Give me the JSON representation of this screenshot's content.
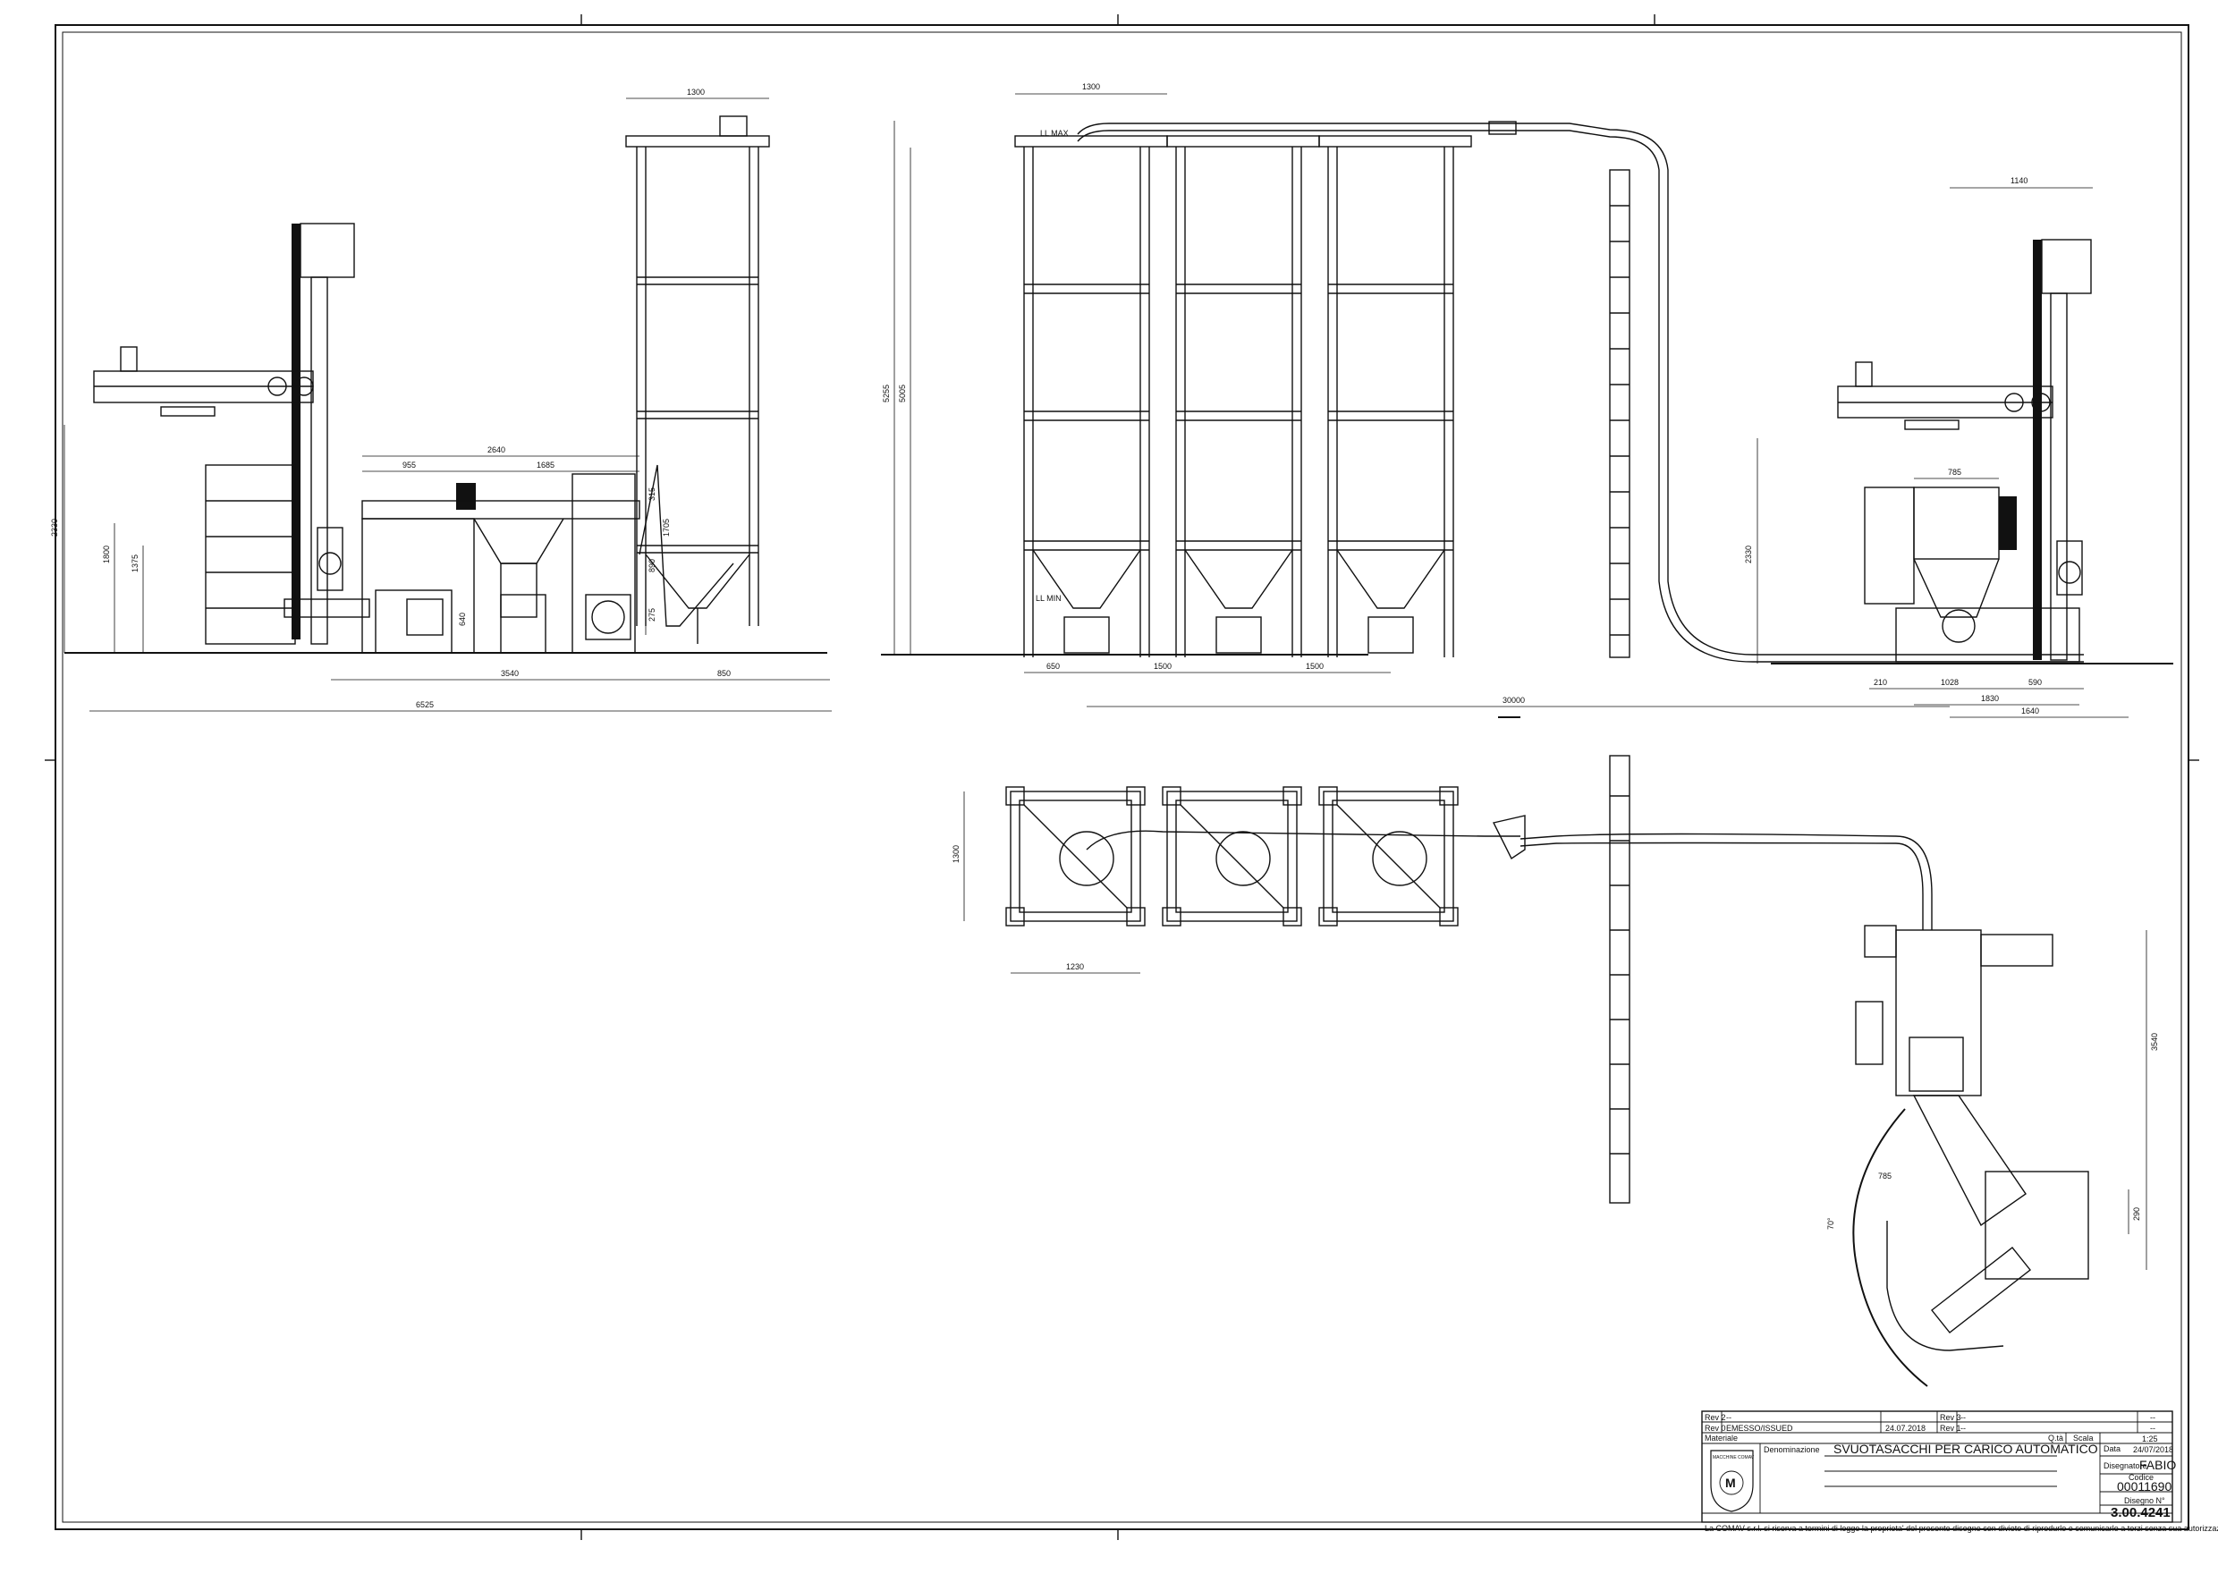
{
  "dimensions": {
    "elev_left": {
      "d2330": "2330",
      "d1800": "1800",
      "d1375": "1375",
      "d2640": "2640",
      "d955": "955",
      "d1685": "1685",
      "d1300": "1300",
      "d315": "315",
      "d890": "890",
      "d1705": "1705",
      "d275": "275",
      "d640": "640",
      "d3540": "3540",
      "d850": "850",
      "d6525": "6525"
    },
    "elev_mid": {
      "d1300": "1300",
      "d5255": "5255",
      "d5005": "5005",
      "d650": "650",
      "d1500a": "1500",
      "d1500b": "1500",
      "d30000": "30000",
      "ll_max": "LL MAX",
      "ll_min": "LL MIN"
    },
    "elev_right": {
      "d1140": "1140",
      "d785": "785",
      "d2330": "2330",
      "d210": "210",
      "d1028": "1028",
      "d590": "590",
      "d1830": "1830",
      "d1640": "1640"
    },
    "plan": {
      "d1300": "1300",
      "d1230": "1230",
      "d3540": "3540",
      "d785": "785",
      "d290": "290",
      "d70": "70°"
    }
  },
  "title_block": {
    "rev2_label": "Rev 2",
    "rev2_text": "--",
    "rev0_label": "Rev 0",
    "rev0_text": "EMESSO/ISSUED",
    "rev0_date": "24.07.2018",
    "rev3_label": "Rev 3",
    "rev3_text": "--",
    "rev1_label": "Rev 1",
    "rev1_text": "--",
    "dash_a": "--",
    "dash_b": "--",
    "materiale_label": "Materiale",
    "qty_label": "Q.tà",
    "scala_label": "Scala",
    "scala_value": "1:25",
    "denominazione_label": "Denominazione",
    "denominazione_value": "SVUOTASACCHI PER CARICO AUTOMATICO",
    "data_label": "Data",
    "data_value": "24/07/2018",
    "disegnatore_label": "Disegnatore",
    "disegnatore_value": "FABIO",
    "codice_label": "Codice",
    "codice_value": "00011690",
    "disegno_label": "Disegno N°",
    "disegno_value": "3.00.4241",
    "logo_text": "MACCHINE COMAV",
    "footer": "La COMAV s.r.l. si riserva a termini di legge la proprieta' del presente disegno con divieto di riprodurlo o comunicarlo a terzi senza sua autorizzazione"
  }
}
